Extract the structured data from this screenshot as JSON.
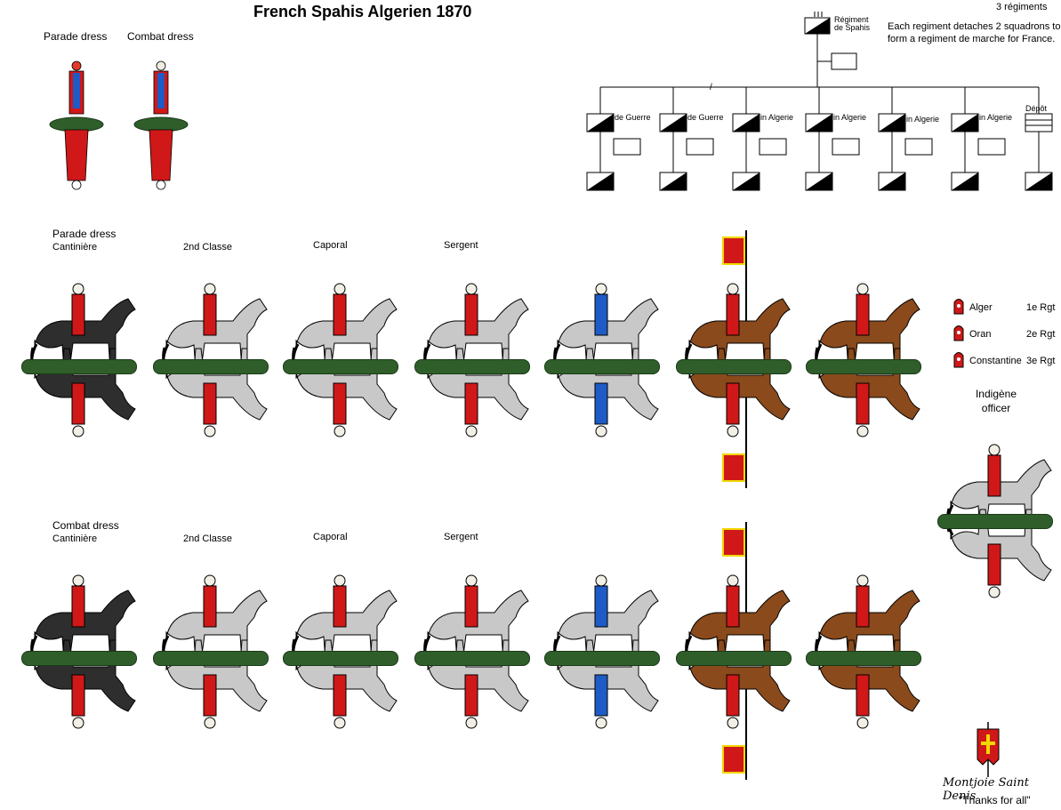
{
  "title": "French Spahis Algerien 1870",
  "top_figures": {
    "parade_label": "Parade dress",
    "combat_label": "Combat dress"
  },
  "org": {
    "count": "3 régiments",
    "hq_line1": "Régiment",
    "hq_line2": "de Spahis",
    "note_line1": "Each regiment detaches 2 squadrons to",
    "note_line2": "form a regiment de marche for France.",
    "children": [
      "de Guerre",
      "de Guerre",
      "in Algerie",
      "in Algerie",
      "in Algerie",
      "in Algerie"
    ],
    "depot": "Dépôt"
  },
  "rows": {
    "parade_heading": "Parade dress",
    "combat_heading": "Combat dress",
    "parade_labels": [
      "Cantinière",
      "2nd Classe",
      "Caporal",
      "Sergent"
    ],
    "combat_labels": [
      "Cantinière",
      "2nd Classe",
      "Caporal",
      "Sergent"
    ]
  },
  "legend": [
    {
      "name": "Alger",
      "rgt": "1e Rgt"
    },
    {
      "name": "Oran",
      "rgt": "2e Rgt"
    },
    {
      "name": "Constantine",
      "rgt": "3e Rgt"
    }
  ],
  "officer_label_line1": "Indigène",
  "officer_label_line2": "officer",
  "signature": "Montjoie Saint Denis",
  "thanks": "\"Thanks for all\"",
  "colors": {
    "base_green": "#2f5e2a",
    "coat_red": "#d01818",
    "vest_blue": "#1e5bc6",
    "horse_grey": "#c8c8c8",
    "horse_black": "#2e2e2e",
    "horse_brown": "#8a4a1c",
    "flag_red": "#d01818",
    "flag_yellow": "#f0d800"
  }
}
